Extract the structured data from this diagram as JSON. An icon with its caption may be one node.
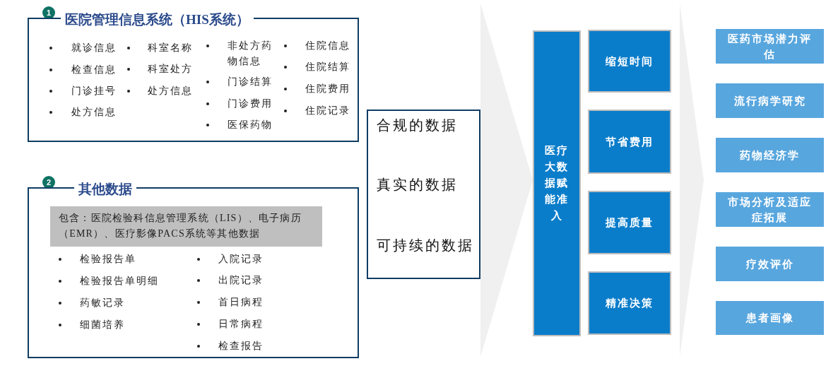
{
  "diagram": {
    "nodes": [
      {
        "text": [
          "1"
        ]
      },
      {
        "text": [
          "医院管理信息系统（HIS系统）",
          "就诊信息",
          "检查信息",
          "门诊挂号",
          "处方信息",
          "科室名称",
          "科室处方",
          "处方信息",
          "非处方药物信息",
          "门诊结算",
          "门诊费用",
          "医保药物",
          "住院信息",
          "住院结算",
          "住院费用",
          "住院记录"
        ]
      },
      {
        "text": [
          "2"
        ]
      },
      {
        "text": [
          "其他数据",
          "检验报告单",
          "检验报告单明细",
          "药敏记录",
          "细菌培养",
          "入院记录",
          "出院记录",
          "首日病程",
          "日常病程",
          "检查报告"
        ]
      },
      {
        "text": [
          "包含：医院检验科信息管理系统（LIS）、电子病历（EMR）、医疗影像PACS系统等其他数据"
        ],
        "in": 3
      },
      {
        "text": [
          "合规的数据",
          "真实的数据",
          "可持续的数据"
        ]
      },
      {
        "text": [
          "医疗大数据赋能准入"
        ]
      },
      {
        "text": [
          "缩短时间"
        ]
      },
      {
        "text": [
          "节省费用"
        ]
      },
      {
        "text": [
          "提高质量"
        ]
      },
      {
        "text": [
          "精准决策"
        ]
      },
      {
        "text": [
          "医药市场潜力评估"
        ]
      },
      {
        "text": [
          "流行病学研究"
        ]
      },
      {
        "text": [
          "药物经济学"
        ]
      },
      {
        "text": [
          "市场分析及适应症拓展"
        ]
      },
      {
        "text": [
          "疗效评价"
        ]
      },
      {
        "text": [
          "患者画像"
        ]
      }
    ],
    "edges": [
      {
        "from": 5,
        "to": 6,
        "arrow": "to"
      }
    ]
  }
}
